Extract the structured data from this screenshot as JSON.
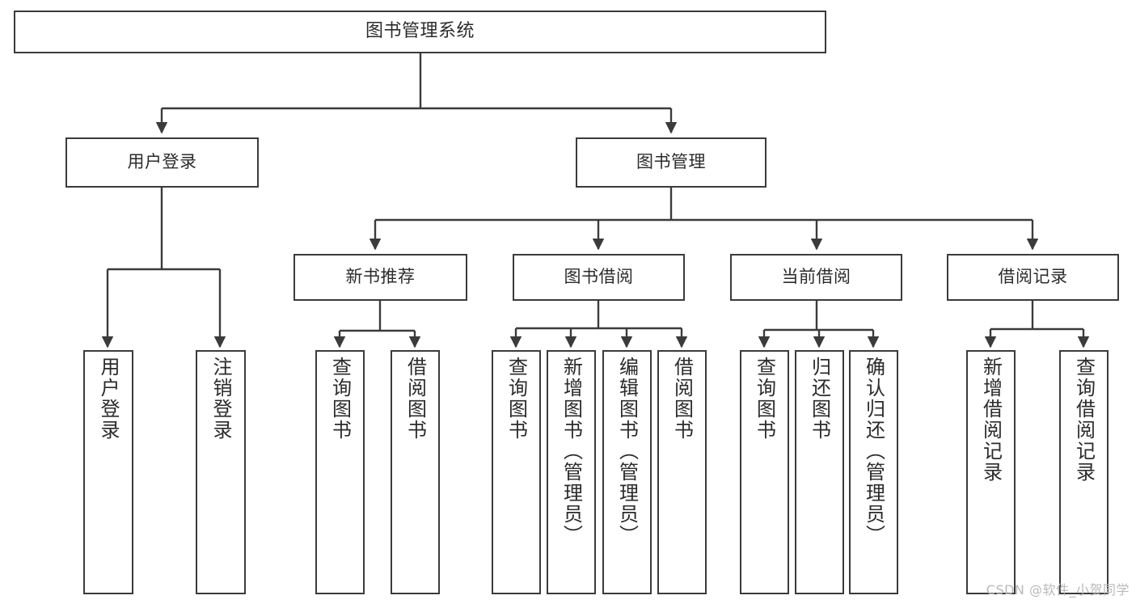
{
  "diagram": {
    "type": "tree-hierarchy",
    "title": "图书管理系统",
    "orientation": "top-down",
    "stroke_color": "#3b3b3b",
    "text_color": "#2b2b2b",
    "background_color": "#ffffff"
  },
  "watermark": {
    "text": "CSDN @软件_小贺同学",
    "color": "#b9b9b9"
  },
  "nodes": {
    "root": {
      "label": "图书管理系统"
    },
    "level2": [
      {
        "label": "用户登录"
      },
      {
        "label": "图书管理"
      }
    ],
    "level3": [
      {
        "label": "新书推荐"
      },
      {
        "label": "图书借阅"
      },
      {
        "label": "当前借阅"
      },
      {
        "label": "借阅记录"
      }
    ],
    "leaves": {
      "user_login": [
        {
          "label": "用户登录"
        },
        {
          "label": "注销登录"
        }
      ],
      "new_book_recommend": [
        {
          "label": "查询图书"
        },
        {
          "label": "借阅图书"
        }
      ],
      "book_borrow": [
        {
          "label": "查询图书"
        },
        {
          "label": "新增图书（管理员）"
        },
        {
          "label": "编辑图书（管理员）"
        },
        {
          "label": "借阅图书"
        }
      ],
      "current_borrow": [
        {
          "label": "查询图书"
        },
        {
          "label": "归还图书"
        },
        {
          "label": "确认归还（管理员）"
        }
      ],
      "borrow_record": [
        {
          "label": "新增借阅记录"
        },
        {
          "label": "查询借阅记录"
        }
      ]
    }
  }
}
